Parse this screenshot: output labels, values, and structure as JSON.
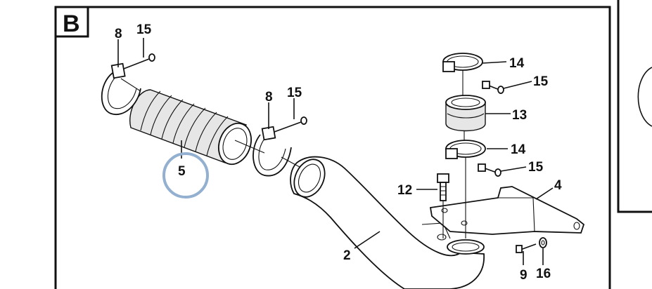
{
  "diagram": {
    "section_letter": "B",
    "highlight_color": "#93b0d0",
    "callouts": {
      "c8a": "8",
      "c15a": "15",
      "c8b": "8",
      "c15b": "15",
      "c5": "5",
      "c14a": "14",
      "c15c": "15",
      "c13": "13",
      "c14b": "14",
      "c15d": "15",
      "c12": "12",
      "c4": "4",
      "c2": "2",
      "c9": "9",
      "c16": "16"
    }
  }
}
